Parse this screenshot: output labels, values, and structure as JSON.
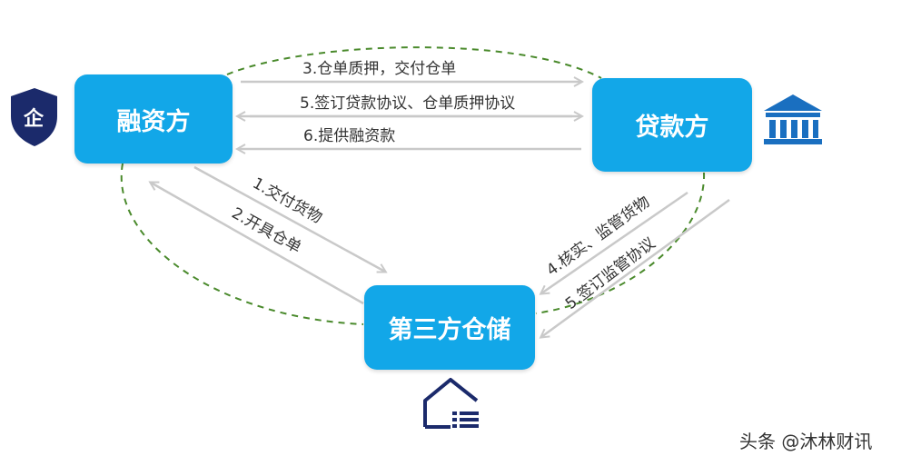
{
  "nodes": {
    "financing": "融资方",
    "lender": "贷款方",
    "warehouse": "第三方仓储"
  },
  "edges": {
    "pledge": "3.仓单质押，交付仓单",
    "agreement": "5.签订贷款协议、仓单质押协议",
    "provide_funds": "6.提供融资款",
    "deliver_goods": "1.交付货物",
    "issue_receipt": "2.开具仓单",
    "verify_supervise": "4.核实、监管货物",
    "sign_supervision": "5.签订监管协议"
  },
  "icons": {
    "enterprise_char": "企",
    "enterprise": "enterprise-shield-icon",
    "bank": "bank-icon",
    "warehouse": "warehouse-icon"
  },
  "watermark": "头条 @沐林财讯",
  "colors": {
    "node_fill": "#12a7e8",
    "arrow": "#c9c9c9",
    "dashed_loop": "#4a8a2c",
    "icon_navy": "#1b2a6b",
    "bank_blue": "#1a6fc0"
  }
}
